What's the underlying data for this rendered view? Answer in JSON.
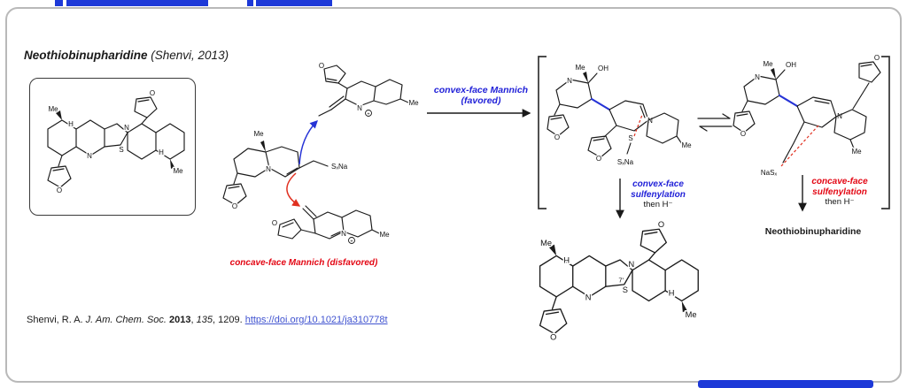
{
  "page": {
    "title": "Neothiobinupharidine",
    "title_suffix": "(Shenvi, 2013)"
  },
  "scheme": {
    "convex_mannich_line1": "convex-face Mannich",
    "convex_mannich_line2": "(favored)",
    "concave_mannich_label": "concave-face Mannich (disfavored)",
    "convex_sulfenylation_line1": "convex-face",
    "convex_sulfenylation_line2": "sulfenylation",
    "convex_sulfenylation_line3": "then H⁻",
    "concave_sulfenylation_line1": "concave-face",
    "concave_sulfenylation_line2": "sulfenylation",
    "concave_sulfenylation_line3": "then H⁻",
    "product_name": "Neothiobinupharidine"
  },
  "atoms": {
    "me": "Me",
    "n": "N",
    "o": "O",
    "s": "S",
    "h": "H",
    "oh": "OH",
    "plus": "+",
    "sxna": "SₓNa",
    "nasx": "NaSₓ",
    "c7": "7'"
  },
  "citation": {
    "authors": "Shenvi, R. A.",
    "journal": "J. Am. Chem. Soc.",
    "year": "2013",
    "comma": ",",
    "volume": "135",
    "pages": "1209.",
    "doi": "https://doi.org/10.1021/ja310778t"
  },
  "colors": {
    "accent_blue": "#2121d8",
    "accent_red": "#e30613",
    "bar_blue": "#1d39d8",
    "link": "#4053d0",
    "bond": "#1a1a1a"
  }
}
